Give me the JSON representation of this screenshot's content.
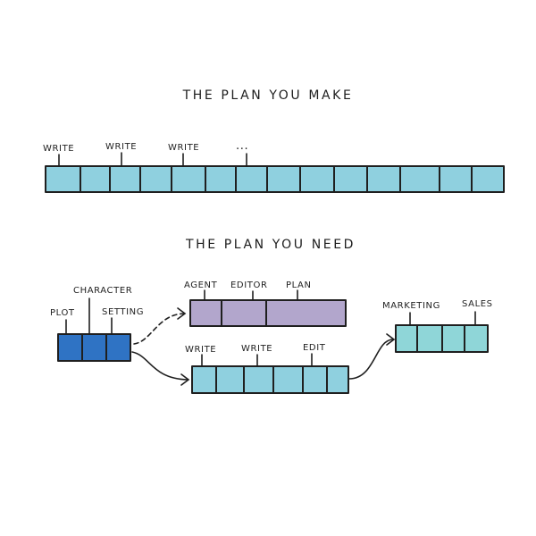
{
  "top": {
    "heading": "THE PLAN YOU MAKE",
    "labels": [
      "WRITE",
      "WRITE",
      "WRITE",
      "..."
    ],
    "color": "#8fd0df"
  },
  "bottom": {
    "heading": "THE PLAN YOU NEED",
    "prep": {
      "labels": [
        "PLOT",
        "CHARACTER",
        "SETTING"
      ],
      "color": "#2f73c4"
    },
    "publish": {
      "labels": [
        "AGENT",
        "EDITOR",
        "PLAN"
      ],
      "color": "#b2a6cc"
    },
    "write": {
      "labels": [
        "WRITE",
        "WRITE",
        "EDIT"
      ],
      "color": "#8fd0df"
    },
    "market": {
      "labels": [
        "MARKETING",
        "SALES"
      ],
      "color": "#8fd6d8"
    }
  },
  "ink_color": "#1f1f1f"
}
